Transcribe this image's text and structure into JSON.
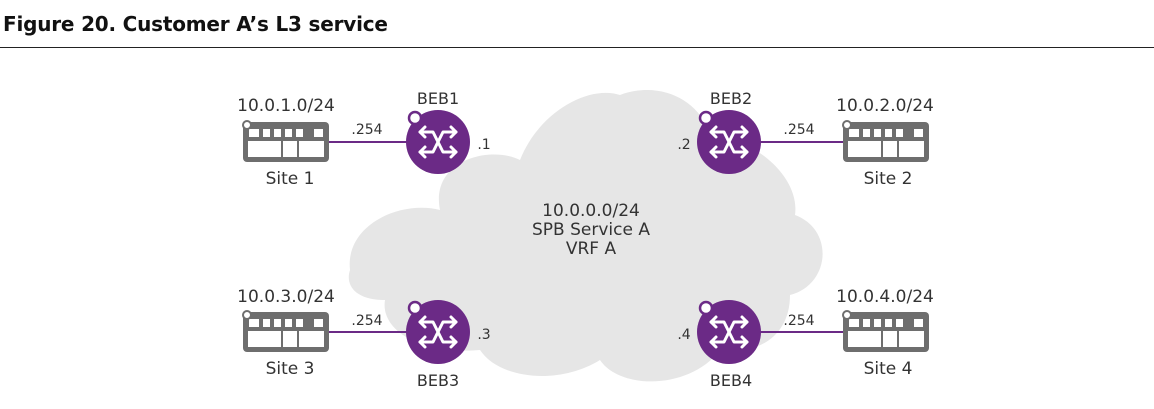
{
  "figure_title": "Figure 20. Customer A’s L3 service",
  "colors": {
    "cloud": "#e6e6e6",
    "router": "#6b2a86",
    "link": "#6b2a86",
    "switch": "#6e6e6e",
    "text": "#333333"
  },
  "cloud": {
    "lines": [
      "10.0.0.0/24",
      "SPB Service A",
      "VRF A"
    ]
  },
  "routers": [
    {
      "name": "BEB1",
      "addr": ".1"
    },
    {
      "name": "BEB2",
      "addr": ".2"
    },
    {
      "name": "BEB3",
      "addr": ".3"
    },
    {
      "name": "BEB4",
      "addr": ".4"
    }
  ],
  "sites": [
    {
      "name": "Site 1",
      "subnet": "10.0.1.0/24",
      "gw": ".254"
    },
    {
      "name": "Site 2",
      "subnet": "10.0.2.0/24",
      "gw": ".254"
    },
    {
      "name": "Site 3",
      "subnet": "10.0.3.0/24",
      "gw": ".254"
    },
    {
      "name": "Site 4",
      "subnet": "10.0.4.0/24",
      "gw": ".254"
    }
  ]
}
